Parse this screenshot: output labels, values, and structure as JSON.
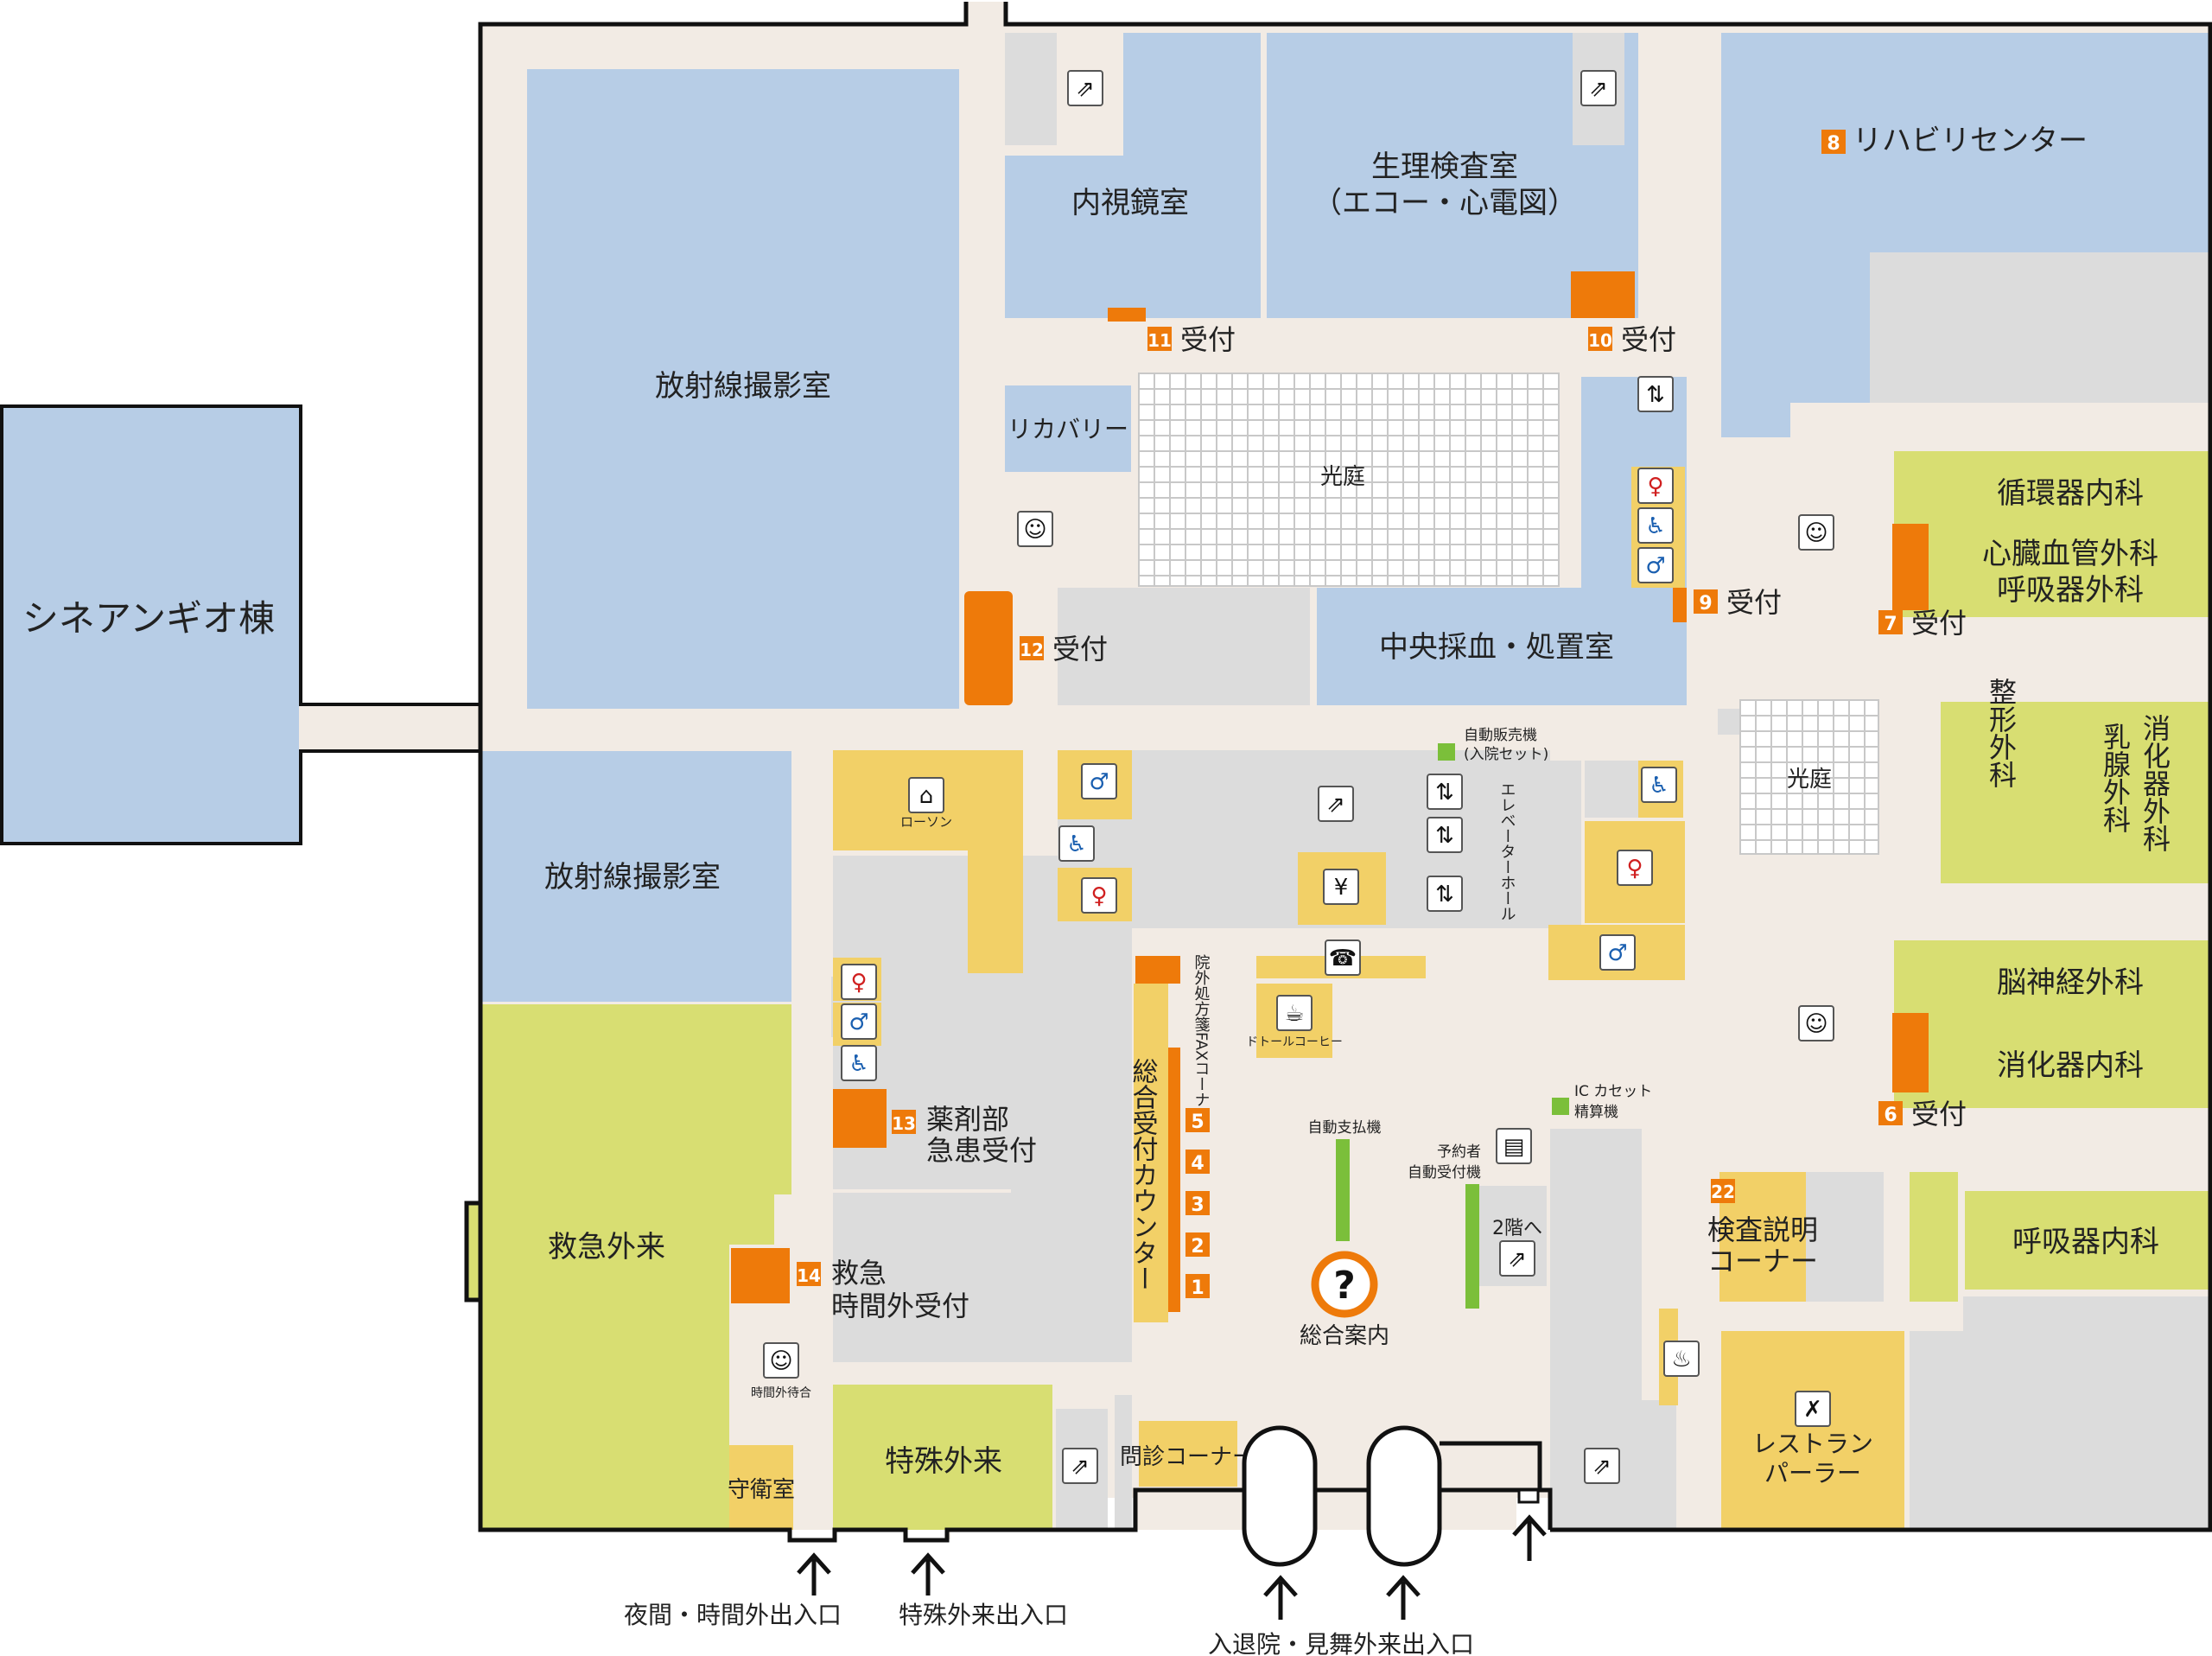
{
  "colors": {
    "corridor": "#f2ebe4",
    "blue_room": "#b7cde6",
    "green_room": "#d8de72",
    "yellow_room": "#f2d067",
    "gray_room": "#dcdcdc",
    "orange": "#ee7a0a",
    "outline": "#111111",
    "green_bar": "#7bbf3a"
  },
  "buildings": {
    "annex": "シネアンギオ棟"
  },
  "rooms": {
    "radiology_top": "放射線撮影室",
    "radiology_left": "放射線撮影室",
    "endoscopy": "内視鏡室",
    "physiology_1": "生理検査室",
    "physiology_2": "（エコー・心電図）",
    "rehab": "リハビリセンター",
    "recovery": "リカバリー",
    "courtyard_center": "光庭",
    "courtyard_right": "光庭",
    "blood": "中央採血・処置室",
    "circulatory": "循環器内科",
    "cardiovascular_surgery": "心臓血管外科",
    "thoracic_surgery": "呼吸器外科",
    "orthopedics": "整形外科",
    "breast_surgery": "乳腺外科",
    "digestive_surgery": "消化器外科",
    "neurosurgery": "脳神経外科",
    "gastroenterology": "消化器内科",
    "respiratory_medicine": "呼吸器内科",
    "emergency": "救急外来",
    "special": "特殊外来",
    "guard": "守衛室",
    "pharmacy_1": "薬剤部",
    "pharmacy_2": "急患受付",
    "emergency_reception_1": "救急",
    "emergency_reception_2": "時間外受付",
    "exam_explain_1": "検査説明",
    "exam_explain_2": "コーナー",
    "restaurant_1": "レストラン",
    "restaurant_2": "パーラー",
    "interview": "問診コーナー",
    "main_counter": "総合受付カウンター",
    "fax": "院外処方箋FAXコーナー",
    "elevator_hall": "エレベーターホール",
    "info": "総合案内"
  },
  "receptions": [
    {
      "num": "6",
      "label": "受付"
    },
    {
      "num": "7",
      "label": "受付"
    },
    {
      "num": "8",
      "label": ""
    },
    {
      "num": "9",
      "label": "受付"
    },
    {
      "num": "10",
      "label": "受付"
    },
    {
      "num": "11",
      "label": "受付"
    },
    {
      "num": "12",
      "label": "受付"
    },
    {
      "num": "13",
      "label": ""
    },
    {
      "num": "14",
      "label": ""
    },
    {
      "num": "22",
      "label": ""
    }
  ],
  "counter_numbers": [
    "5",
    "4",
    "3",
    "2",
    "1"
  ],
  "small_labels": {
    "lawson": "ローソン",
    "doutor": "ドトールコーヒー",
    "vending_1": "自動販売機",
    "vending_2": "(入院セット)",
    "auto_pay": "自動支払機",
    "reserve_1": "予約者",
    "reserve_2": "自動受付機",
    "ic_1": "IC カセット",
    "ic_2": "精算機",
    "to_2f": "2階へ",
    "after_hours_wait": "時間外待合"
  },
  "entrances": {
    "night": "夜間・時間外出入口",
    "special": "特殊外来出入口",
    "main": "入退院・見舞外来出入口"
  },
  "icons": [
    "escalator-icon",
    "elevator-icon",
    "toilet-female-icon",
    "toilet-male-icon",
    "wheelchair-toilet-icon",
    "nursing-room-icon",
    "convenience-store-icon",
    "atm-icon",
    "phone-icon",
    "coffee-icon",
    "reception-machine-icon",
    "info-icon",
    "restaurant-icon",
    "smoking-icon",
    "up-arrow-icon"
  ]
}
